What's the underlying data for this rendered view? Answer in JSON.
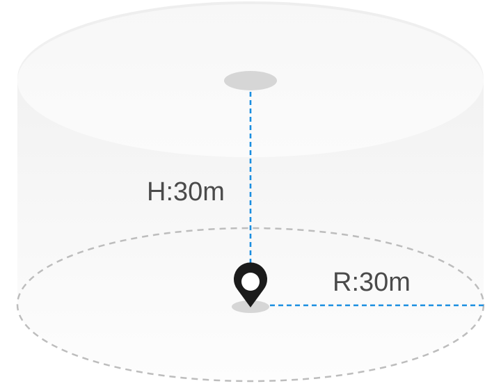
{
  "diagram": {
    "height_label": "H:30m",
    "radius_label": "R:30m"
  },
  "colors": {
    "dimension_line": "#1a8ee0",
    "boundary_dash": "#bdbdbd",
    "pin": "#1b1b1b",
    "marker_shadow": "#d6d6d6",
    "label_text": "#4a4a4a"
  },
  "icons": {
    "pin": "location-pin-icon",
    "marker": "takeoff-point-marker"
  }
}
